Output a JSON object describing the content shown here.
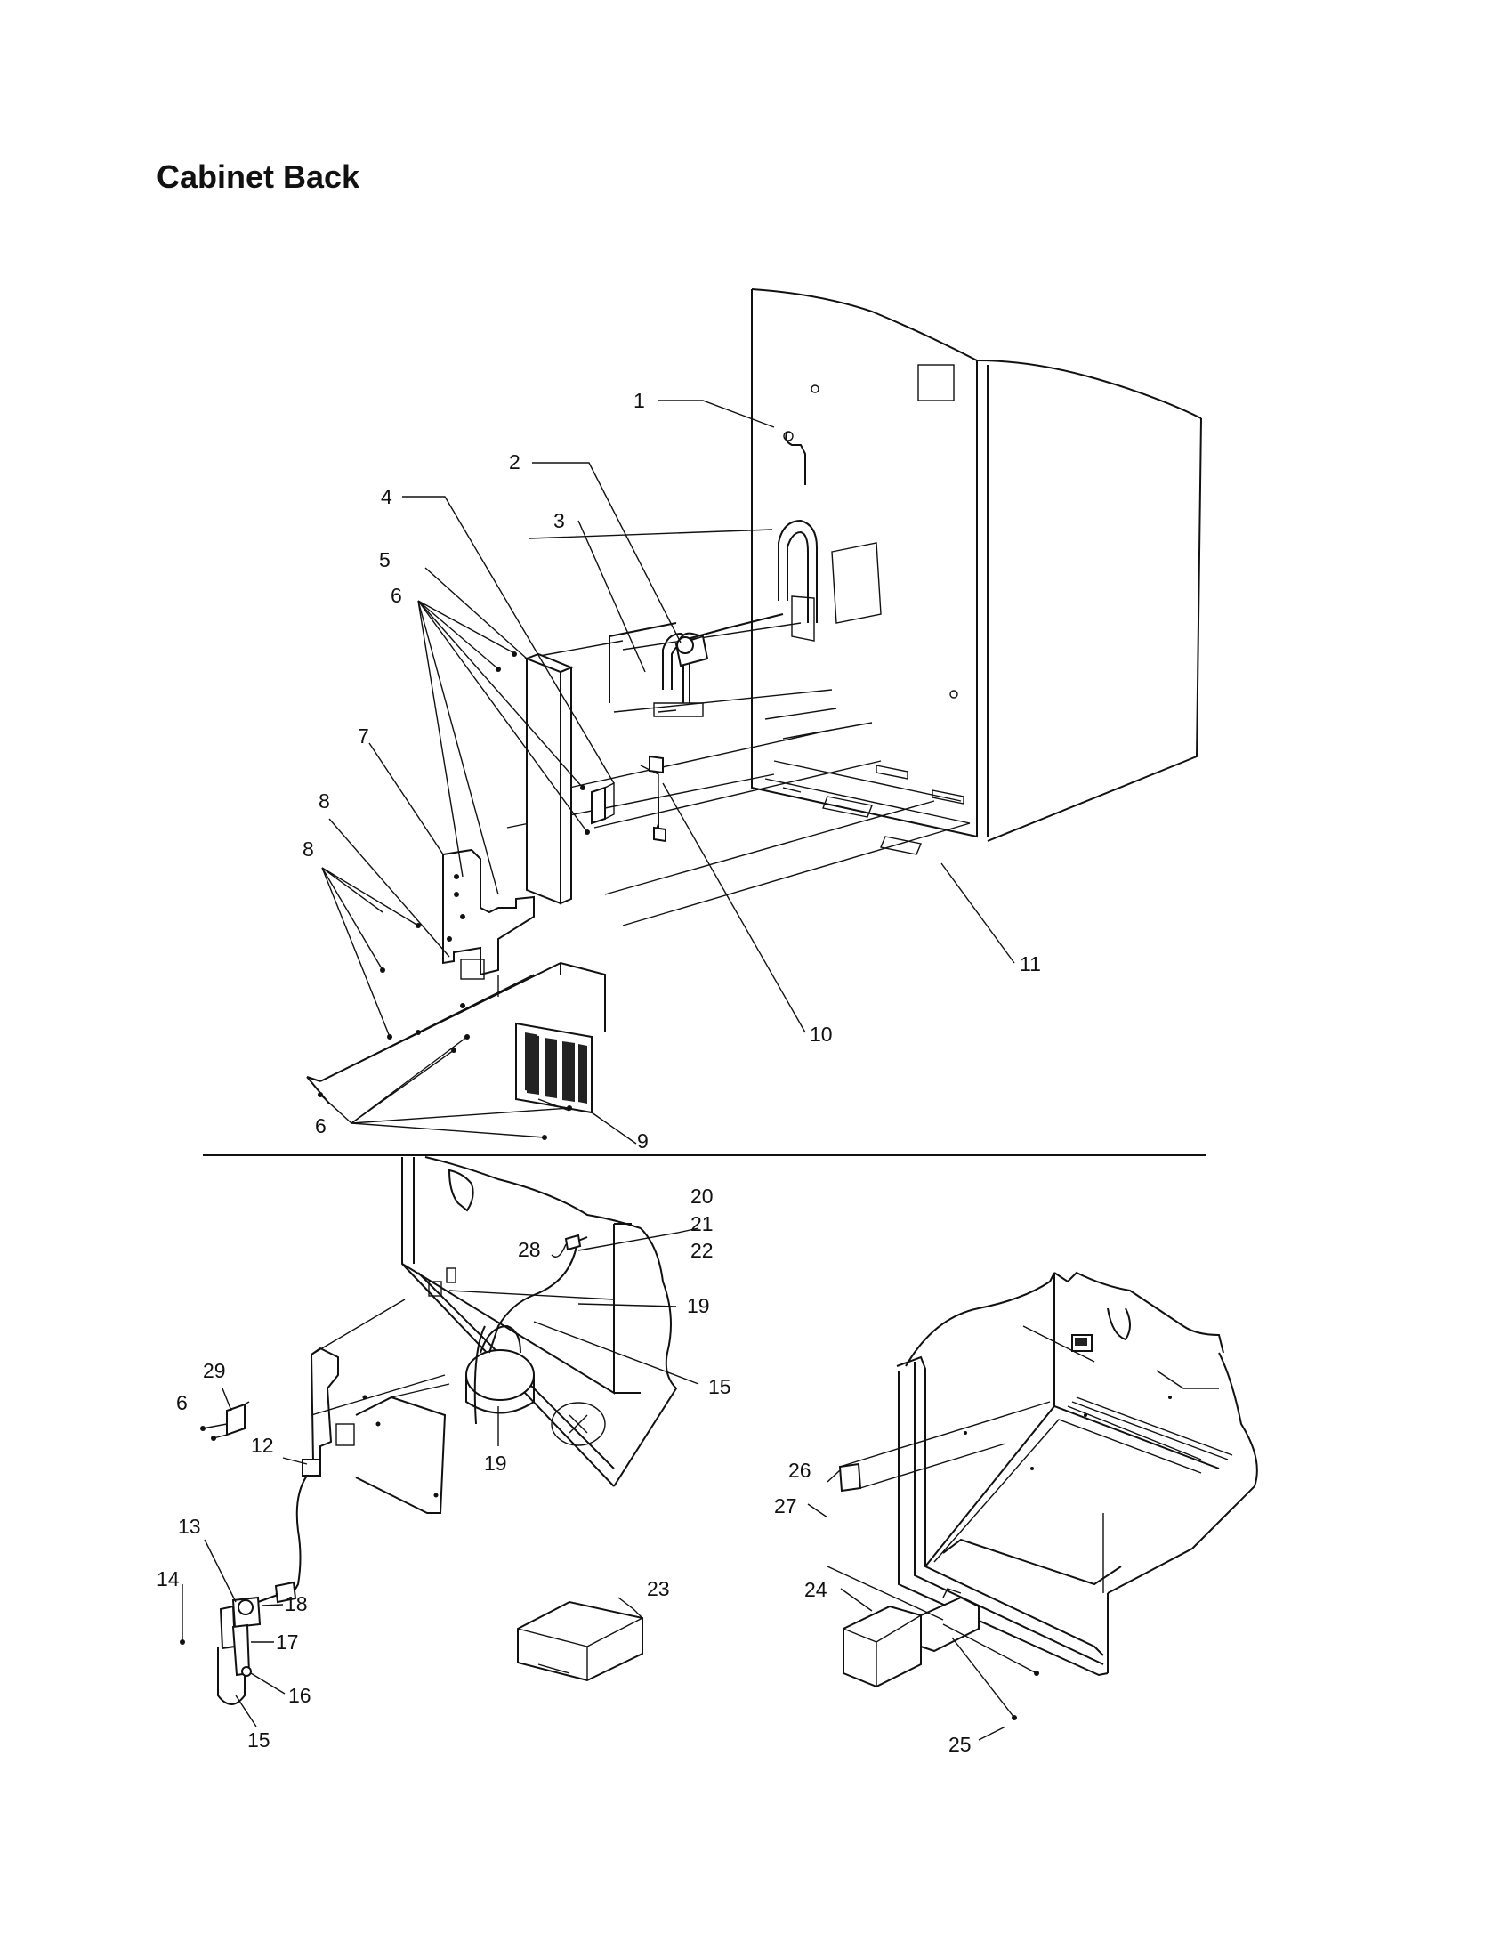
{
  "title": "Cabinet Back",
  "callouts": [
    {
      "id": "c1",
      "text": "1"
    },
    {
      "id": "c2",
      "text": "2"
    },
    {
      "id": "c3",
      "text": "3"
    },
    {
      "id": "c4",
      "text": "4"
    },
    {
      "id": "c5",
      "text": "5"
    },
    {
      "id": "c6a",
      "text": "6"
    },
    {
      "id": "c7",
      "text": "7"
    },
    {
      "id": "c8a",
      "text": "8"
    },
    {
      "id": "c8b",
      "text": "8"
    },
    {
      "id": "c6b",
      "text": "6"
    },
    {
      "id": "c9",
      "text": "9"
    },
    {
      "id": "c10",
      "text": "10"
    },
    {
      "id": "c11",
      "text": "11"
    },
    {
      "id": "c20",
      "text": "20"
    },
    {
      "id": "c21",
      "text": "21"
    },
    {
      "id": "c22",
      "text": "22"
    },
    {
      "id": "c28",
      "text": "28"
    },
    {
      "id": "c19a",
      "text": "19"
    },
    {
      "id": "c15a",
      "text": "15"
    },
    {
      "id": "c19b",
      "text": "19"
    },
    {
      "id": "c29",
      "text": "29"
    },
    {
      "id": "c6c",
      "text": "6"
    },
    {
      "id": "c12",
      "text": "12"
    },
    {
      "id": "c13",
      "text": "13"
    },
    {
      "id": "c14",
      "text": "14"
    },
    {
      "id": "c18",
      "text": "18"
    },
    {
      "id": "c17",
      "text": "17"
    },
    {
      "id": "c16",
      "text": "16"
    },
    {
      "id": "c15b",
      "text": "15"
    },
    {
      "id": "c23",
      "text": "23"
    },
    {
      "id": "c26",
      "text": "26"
    },
    {
      "id": "c27",
      "text": "27"
    },
    {
      "id": "c24",
      "text": "24"
    },
    {
      "id": "c25",
      "text": "25"
    }
  ]
}
